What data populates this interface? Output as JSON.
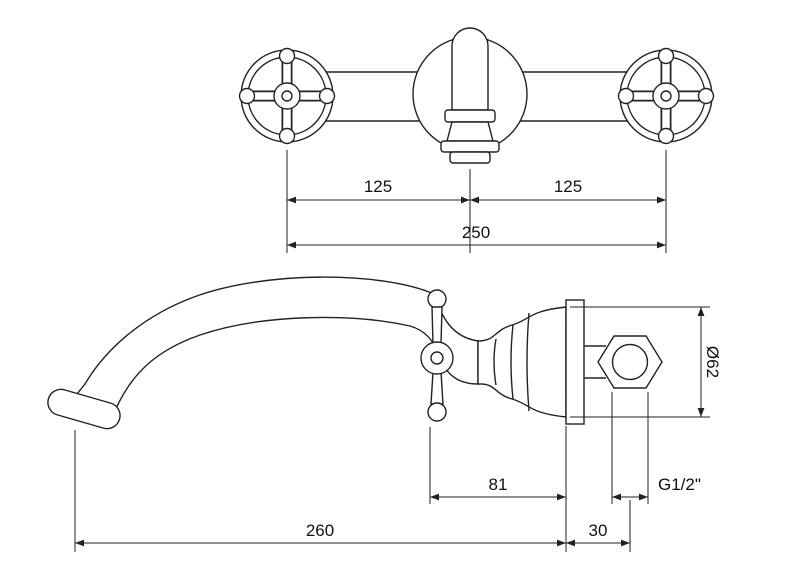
{
  "colors": {
    "line": "#222222",
    "background": "#ffffff"
  },
  "front_view": {
    "dim_left": "125",
    "dim_right": "125",
    "dim_total": "250"
  },
  "side_view": {
    "dim_depth": "81",
    "dim_thread": "G1/2\"",
    "dim_reach": "260",
    "dim_offset": "30",
    "dim_flange": "Ø62"
  }
}
